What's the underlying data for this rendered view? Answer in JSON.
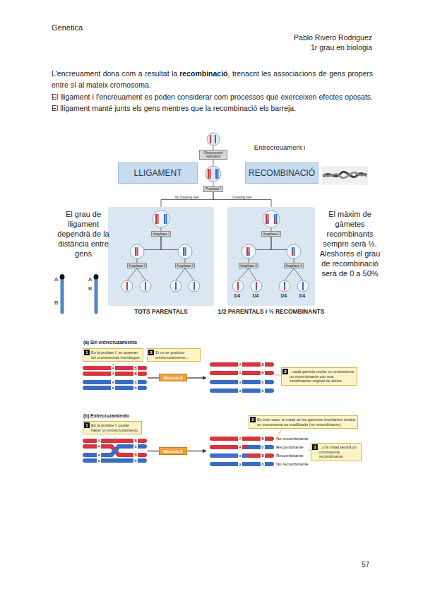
{
  "diagram": {
    "nodes": [
      {
        "text": [
          "Chromosome replication"
        ]
      },
      {
        "text": [
          "LLIGAMENT"
        ]
      },
      {
        "text": [
          "RECOMBINACIÓ"
        ]
      },
      {
        "text": [
          "Prophase I"
        ]
      },
      {
        "text": [
          "TOTS PARENTALS"
        ]
      },
      {
        "text": [
          "Anaphase I"
        ],
        "in": 4
      },
      {
        "text": [
          "Anaphase II"
        ],
        "in": 4
      },
      {
        "text": [
          "Anaphase II"
        ],
        "in": 4
      },
      {
        "text": [
          "1/2 PARENTALS i ½ RECOMBINANTS"
        ]
      },
      {
        "text": [
          "Anaphase I"
        ],
        "in": 8
      },
      {
        "text": [
          "Anaphase II"
        ],
        "in": 8
      },
      {
        "text": [
          "Anaphase II"
        ],
        "in": 8
      },
      {
        "text": [
          "1",
          "En la profase I, se aparean los cromosomas homólogos."
        ]
      },
      {
        "text": [
          "2",
          "Si no se produce entrecruzamiento..."
        ]
      },
      {
        "text": [
          "Meiosis II"
        ]
      },
      {
        "text": [
          "3",
          "...cada gameto recibe un cromosoma no recombinante con una combinación original de alelos."
        ]
      },
      {
        "text": [
          "1",
          "En la profase I, puede haber un entrecruzamiento."
        ]
      },
      {
        "text": [
          "Meiosis II"
        ]
      },
      {
        "text": [
          "2",
          "En este caso, la mitad de los gametos resultantes tendrá un cromosoma no modificado (no recombinante)."
        ]
      },
      {
        "text": [
          "3",
          "...y la mitad tendrá un cromosoma recombinante."
        ]
      }
    ],
    "edges": [
      {
        "from": 3,
        "to": 4,
        "label": "No crossing over",
        "arrow": "none"
      },
      {
        "from": 3,
        "to": 8,
        "label": "Crossing over",
        "arrow": "none"
      },
      {
        "from": 5,
        "to": 6,
        "arrow": "none"
      },
      {
        "from": 5,
        "to": 7,
        "arrow": "none"
      },
      {
        "from": 9,
        "to": 10,
        "arrow": "none"
      },
      {
        "from": 9,
        "to": 11,
        "arrow": "none"
      }
    ],
    "labels": [
      "Genètica",
      "Pablo Rivero Rodriguez",
      "1r grau en biologia",
      "L'encreuament dona com a resultat la",
      "recombinació",
      ", trenacnt les associacions de gens propers entre sí al mateix cromosoma.",
      "El lligament i l'encreuament es poden considerar com processos que exerceixen efectes oposats. El lligament manté junts els gens mentres que la recombinació els barreja.",
      "Entrecreuament i",
      "El grau de lligament dependrà de la distància entre gens",
      "A",
      "B",
      "A",
      "B",
      "El màxim de gàmetes recombinants sempre serà ½. Aleshores el grau de recombinació serà de 0 a 50%",
      "1/4",
      "1/4",
      "1/4",
      "1/4",
      "(a) Sin entrecruzamiento",
      "(b) Entrecruzamiento",
      "No recombinante",
      "Recombinante",
      "Recombinante",
      "No recombinante",
      "57",
      "A",
      "B",
      "A",
      "B",
      "a",
      "b",
      "a",
      "b",
      "A",
      "B",
      "A",
      "B",
      "a",
      "b",
      "a",
      "b",
      "A",
      "B",
      "A",
      "b",
      "a",
      "B",
      "a",
      "b",
      "A",
      "B",
      "A",
      "b",
      "a",
      "B",
      "a",
      "b"
    ]
  }
}
